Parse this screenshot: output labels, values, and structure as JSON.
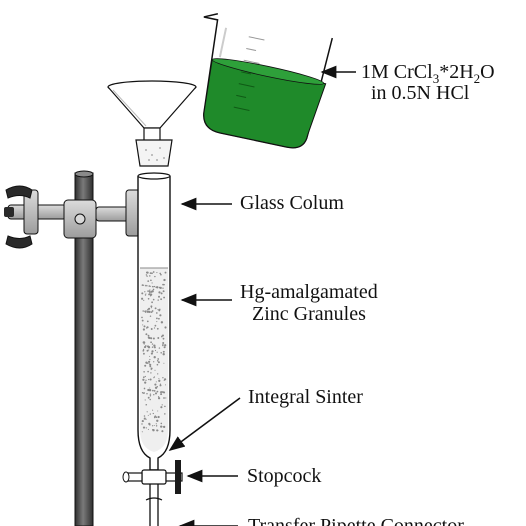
{
  "diagram": {
    "labels": {
      "reagent_prefix": "1M CrCl",
      "reagent_sub_1": "3",
      "reagent_mid_1": "*2H",
      "reagent_sub_2": "2",
      "reagent_suffix": "O",
      "reagent_line2": "in 0.5N HCl",
      "glass_column": "Glass Colum",
      "zinc_line1": "Hg-amalgamated",
      "zinc_line2": "Zinc Granules",
      "integral_sinter": "Integral Sinter",
      "stopcock": "Stopcock",
      "transfer_pipette": "Transfer Pipette Connector"
    },
    "colors": {
      "solution": "#1f8a2a",
      "solution_dark": "#17701f",
      "stand_rod": "#4a4a4a",
      "clamp_metal": "#b8b8b8",
      "clamp_grip": "#2a2a2a",
      "outline": "#111111",
      "granules": "#9a9a9a"
    },
    "icons": [
      "beaker-icon",
      "funnel-icon",
      "clamp-icon",
      "stand-rod-icon",
      "column-icon",
      "stopcock-icon",
      "arrow-icon"
    ]
  }
}
